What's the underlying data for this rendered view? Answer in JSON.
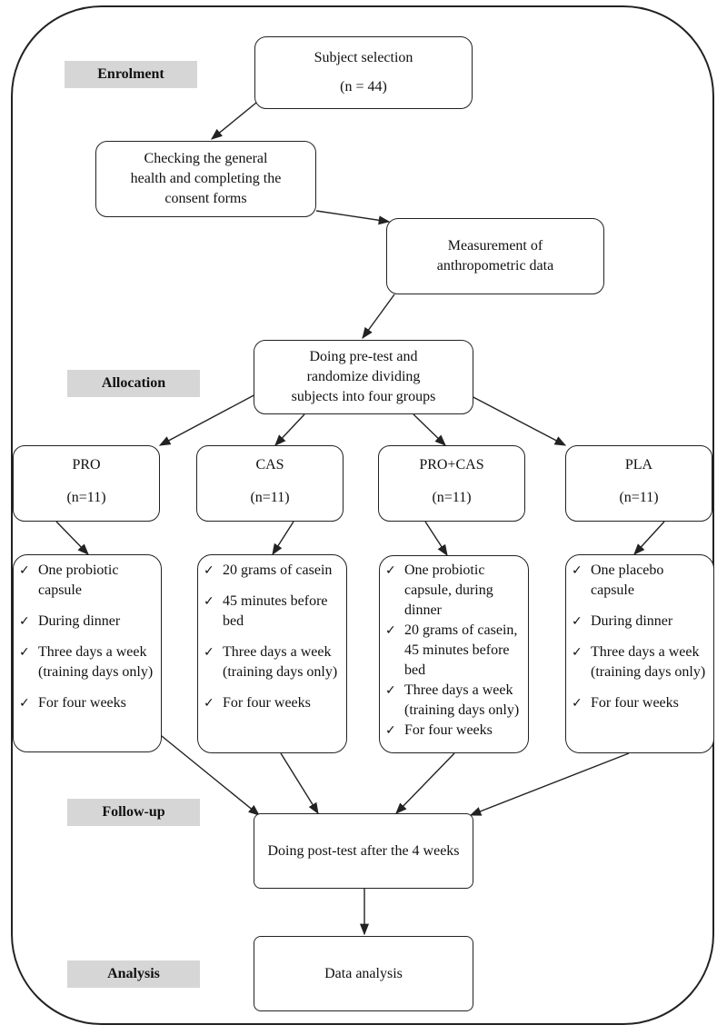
{
  "stages": {
    "enrolment": "Enrolment",
    "allocation": "Allocation",
    "follow_up": "Follow-up",
    "analysis": "Analysis"
  },
  "subject_selection": {
    "line1": "Subject selection",
    "line2": "(n = 44)"
  },
  "health_check": {
    "line1": "Checking the general",
    "line2": "health and completing the",
    "line3": "consent forms"
  },
  "anthropometric": {
    "line1": "Measurement of",
    "line2": "anthropometric data"
  },
  "pretest": {
    "line1": "Doing pre-test and",
    "line2": "randomize dividing",
    "line3": "subjects into four groups"
  },
  "groups": [
    {
      "label": "PRO",
      "n": "(n=11)"
    },
    {
      "label": "CAS",
      "n": "(n=11)"
    },
    {
      "label": "PRO+CAS",
      "n": "(n=11)"
    },
    {
      "label": "PLA",
      "n": "(n=11)"
    }
  ],
  "interventions": {
    "pro": [
      "One probiotic capsule",
      "During dinner",
      "Three days a week (training days only)",
      "For four weeks"
    ],
    "cas": [
      "20 grams of casein",
      "45 minutes before bed",
      "Three days a week (training days only)",
      "For four weeks"
    ],
    "pro_cas": [
      "One probiotic capsule, during dinner",
      "20 grams of casein, 45 minutes before bed",
      "Three days a week (training days only)",
      "For four weeks"
    ],
    "pla": [
      "One placebo capsule",
      "During dinner",
      "Three days a week (training days only)",
      "For four weeks"
    ]
  },
  "posttest": "Doing post-test after the 4 weeks",
  "data_analysis": "Data analysis"
}
